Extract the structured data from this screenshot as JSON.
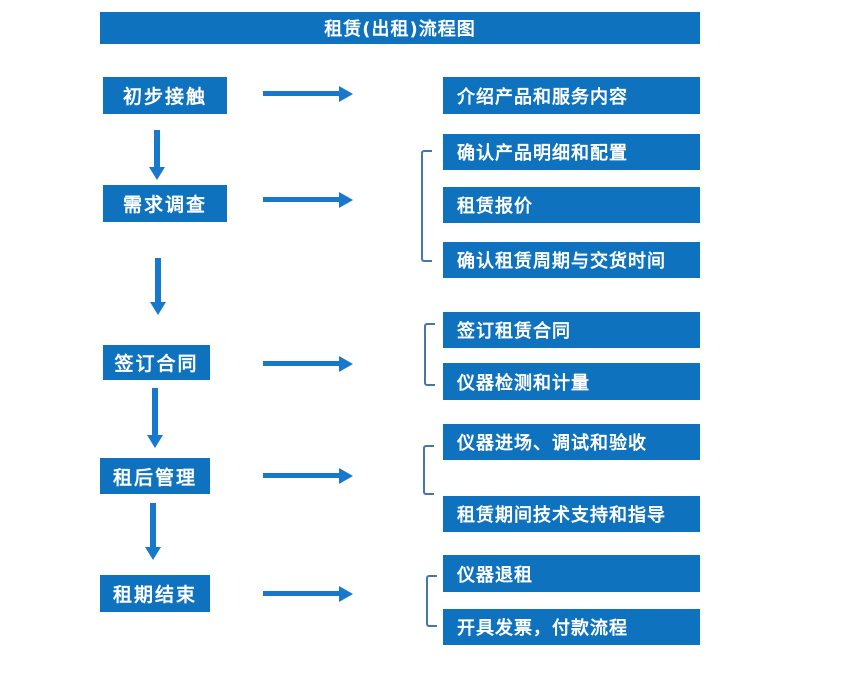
{
  "title": "租赁(出租)流程图",
  "colors": {
    "box_blue": "#0E72BE",
    "arrow_blue": "#1878CC",
    "bracket_blue": "#4478AD",
    "text_white": "#FFFFFF",
    "background": "#FFFFFF"
  },
  "steps": [
    {
      "label": "初步接触",
      "details": [
        "介绍产品和服务内容"
      ]
    },
    {
      "label": "需求调查",
      "details": [
        "确认产品明细和配置",
        "租赁报价",
        "确认租赁周期与交货时间"
      ]
    },
    {
      "label": "签订合同",
      "details": [
        "签订租赁合同",
        "仪器检测和计量"
      ]
    },
    {
      "label": "租后管理",
      "details": [
        "仪器进场、调试和验收",
        "租赁期间技术支持和指导"
      ]
    },
    {
      "label": "租期结束",
      "details": [
        "仪器退租",
        "开具发票，付款流程"
      ]
    }
  ]
}
